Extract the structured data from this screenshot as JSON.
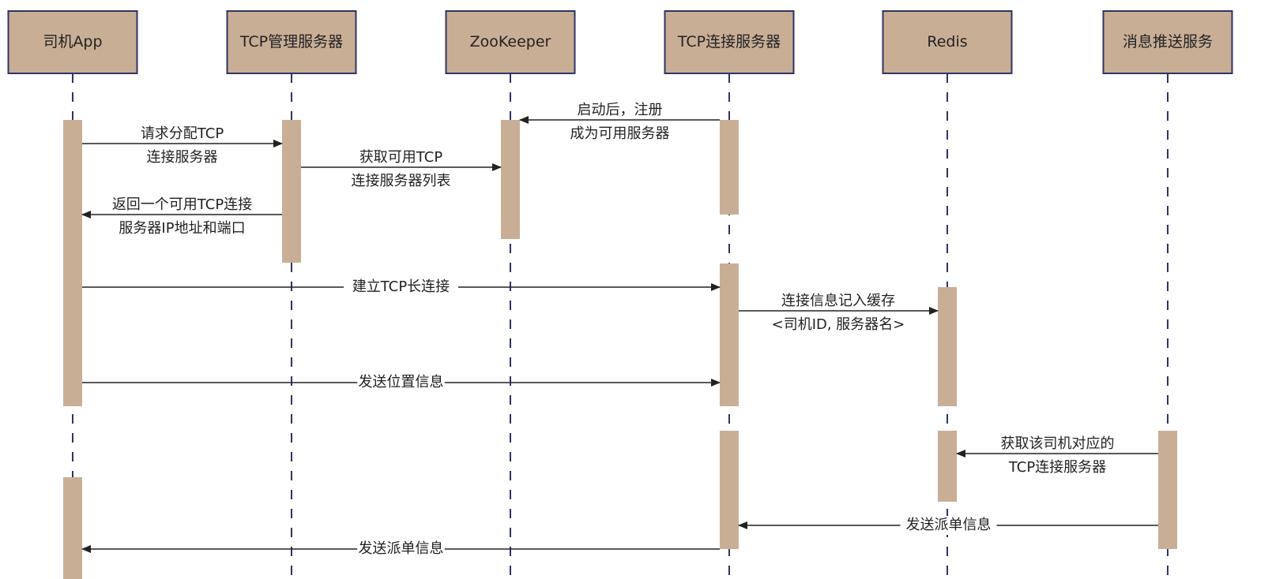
{
  "diagram": {
    "type": "sequence",
    "colors": {
      "actor_fill": "#c9ae96",
      "actor_border": "#2e3463",
      "lifeline": "#2e3463",
      "arrow": "#222222"
    },
    "actors": [
      {
        "id": "app",
        "label": "司机App"
      },
      {
        "id": "tcpmgr",
        "label": "TCP管理服务器"
      },
      {
        "id": "zk",
        "label": "ZooKeeper"
      },
      {
        "id": "tcpconn",
        "label": "TCP连接服务器"
      },
      {
        "id": "redis",
        "label": "Redis"
      },
      {
        "id": "push",
        "label": "消息推送服务"
      }
    ],
    "messages": [
      {
        "from": "tcpconn",
        "to": "zk",
        "lines": [
          "启动后，注册",
          "成为可用服务器"
        ]
      },
      {
        "from": "app",
        "to": "tcpmgr",
        "lines": [
          "请求分配TCP",
          "连接服务器"
        ]
      },
      {
        "from": "tcpmgr",
        "to": "zk",
        "lines": [
          "获取可用TCP",
          "连接服务器列表"
        ]
      },
      {
        "from": "tcpmgr",
        "to": "app",
        "lines": [
          "返回一个可用TCP连接",
          "服务器IP地址和端口"
        ]
      },
      {
        "from": "app",
        "to": "tcpconn",
        "lines": [
          "建立TCP长连接"
        ]
      },
      {
        "from": "tcpconn",
        "to": "redis",
        "lines": [
          "连接信息记入缓存",
          "<司机ID, 服务器名>"
        ]
      },
      {
        "from": "app",
        "to": "tcpconn",
        "lines": [
          "发送位置信息"
        ]
      },
      {
        "from": "push",
        "to": "redis",
        "lines": [
          "获取该司机对应的",
          "TCP连接服务器"
        ]
      },
      {
        "from": "push",
        "to": "tcpconn",
        "lines": [
          "发送派单信息"
        ]
      },
      {
        "from": "tcpconn",
        "to": "app",
        "lines": [
          "发送派单信息"
        ]
      }
    ]
  }
}
